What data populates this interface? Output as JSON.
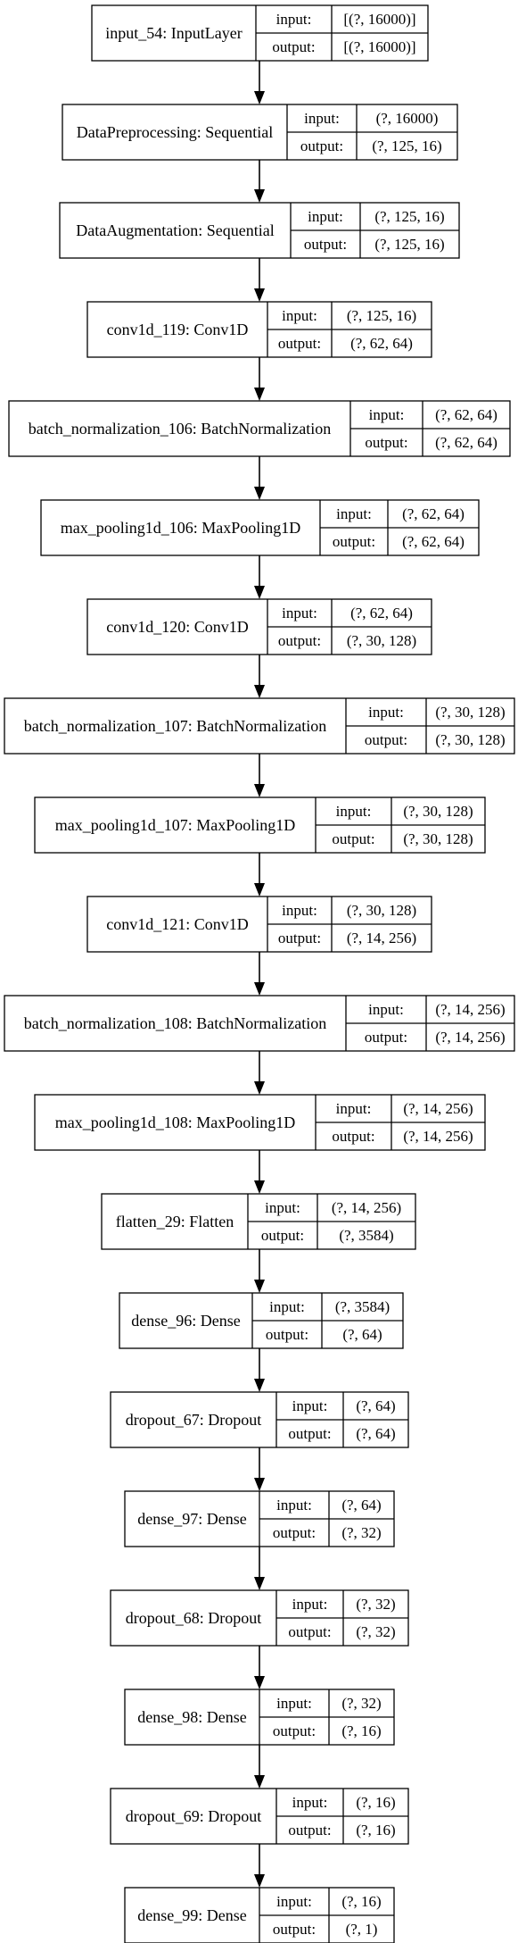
{
  "layers": [
    {
      "name": "input_54: InputLayer",
      "input_label": "input:",
      "input_value": "[(?, 16000)]",
      "output_label": "output:",
      "output_value": "[(?, 16000)]"
    },
    {
      "name": "DataPreprocessing: Sequential",
      "input_label": "input:",
      "input_value": "(?, 16000)",
      "output_label": "output:",
      "output_value": "(?, 125, 16)"
    },
    {
      "name": "DataAugmentation: Sequential",
      "input_label": "input:",
      "input_value": "(?, 125, 16)",
      "output_label": "output:",
      "output_value": "(?, 125, 16)"
    },
    {
      "name": "conv1d_119: Conv1D",
      "input_label": "input:",
      "input_value": "(?, 125, 16)",
      "output_label": "output:",
      "output_value": "(?, 62, 64)"
    },
    {
      "name": "batch_normalization_106: BatchNormalization",
      "input_label": "input:",
      "input_value": "(?, 62, 64)",
      "output_label": "output:",
      "output_value": "(?, 62, 64)"
    },
    {
      "name": "max_pooling1d_106: MaxPooling1D",
      "input_label": "input:",
      "input_value": "(?, 62, 64)",
      "output_label": "output:",
      "output_value": "(?, 62, 64)"
    },
    {
      "name": "conv1d_120: Conv1D",
      "input_label": "input:",
      "input_value": "(?, 62, 64)",
      "output_label": "output:",
      "output_value": "(?, 30, 128)"
    },
    {
      "name": "batch_normalization_107: BatchNormalization",
      "input_label": "input:",
      "input_value": "(?, 30, 128)",
      "output_label": "output:",
      "output_value": "(?, 30, 128)"
    },
    {
      "name": "max_pooling1d_107: MaxPooling1D",
      "input_label": "input:",
      "input_value": "(?, 30, 128)",
      "output_label": "output:",
      "output_value": "(?, 30, 128)"
    },
    {
      "name": "conv1d_121: Conv1D",
      "input_label": "input:",
      "input_value": "(?, 30, 128)",
      "output_label": "output:",
      "output_value": "(?, 14, 256)"
    },
    {
      "name": "batch_normalization_108: BatchNormalization",
      "input_label": "input:",
      "input_value": "(?, 14, 256)",
      "output_label": "output:",
      "output_value": "(?, 14, 256)"
    },
    {
      "name": "max_pooling1d_108: MaxPooling1D",
      "input_label": "input:",
      "input_value": "(?, 14, 256)",
      "output_label": "output:",
      "output_value": "(?, 14, 256)"
    },
    {
      "name": "flatten_29: Flatten",
      "input_label": "input:",
      "input_value": "(?, 14, 256)",
      "output_label": "output:",
      "output_value": "(?, 3584)"
    },
    {
      "name": "dense_96: Dense",
      "input_label": "input:",
      "input_value": "(?, 3584)",
      "output_label": "output:",
      "output_value": "(?, 64)"
    },
    {
      "name": "dropout_67: Dropout",
      "input_label": "input:",
      "input_value": "(?, 64)",
      "output_label": "output:",
      "output_value": "(?, 64)"
    },
    {
      "name": "dense_97: Dense",
      "input_label": "input:",
      "input_value": "(?, 64)",
      "output_label": "output:",
      "output_value": "(?, 32)"
    },
    {
      "name": "dropout_68: Dropout",
      "input_label": "input:",
      "input_value": "(?, 32)",
      "output_label": "output:",
      "output_value": "(?, 32)"
    },
    {
      "name": "dense_98: Dense",
      "input_label": "input:",
      "input_value": "(?, 32)",
      "output_label": "output:",
      "output_value": "(?, 16)"
    },
    {
      "name": "dropout_69: Dropout",
      "input_label": "input:",
      "input_value": "(?, 16)",
      "output_label": "output:",
      "output_value": "(?, 16)"
    },
    {
      "name": "dense_99: Dense",
      "input_label": "input:",
      "input_value": "(?, 16)",
      "output_label": "output:",
      "output_value": "(?, 1)"
    }
  ]
}
